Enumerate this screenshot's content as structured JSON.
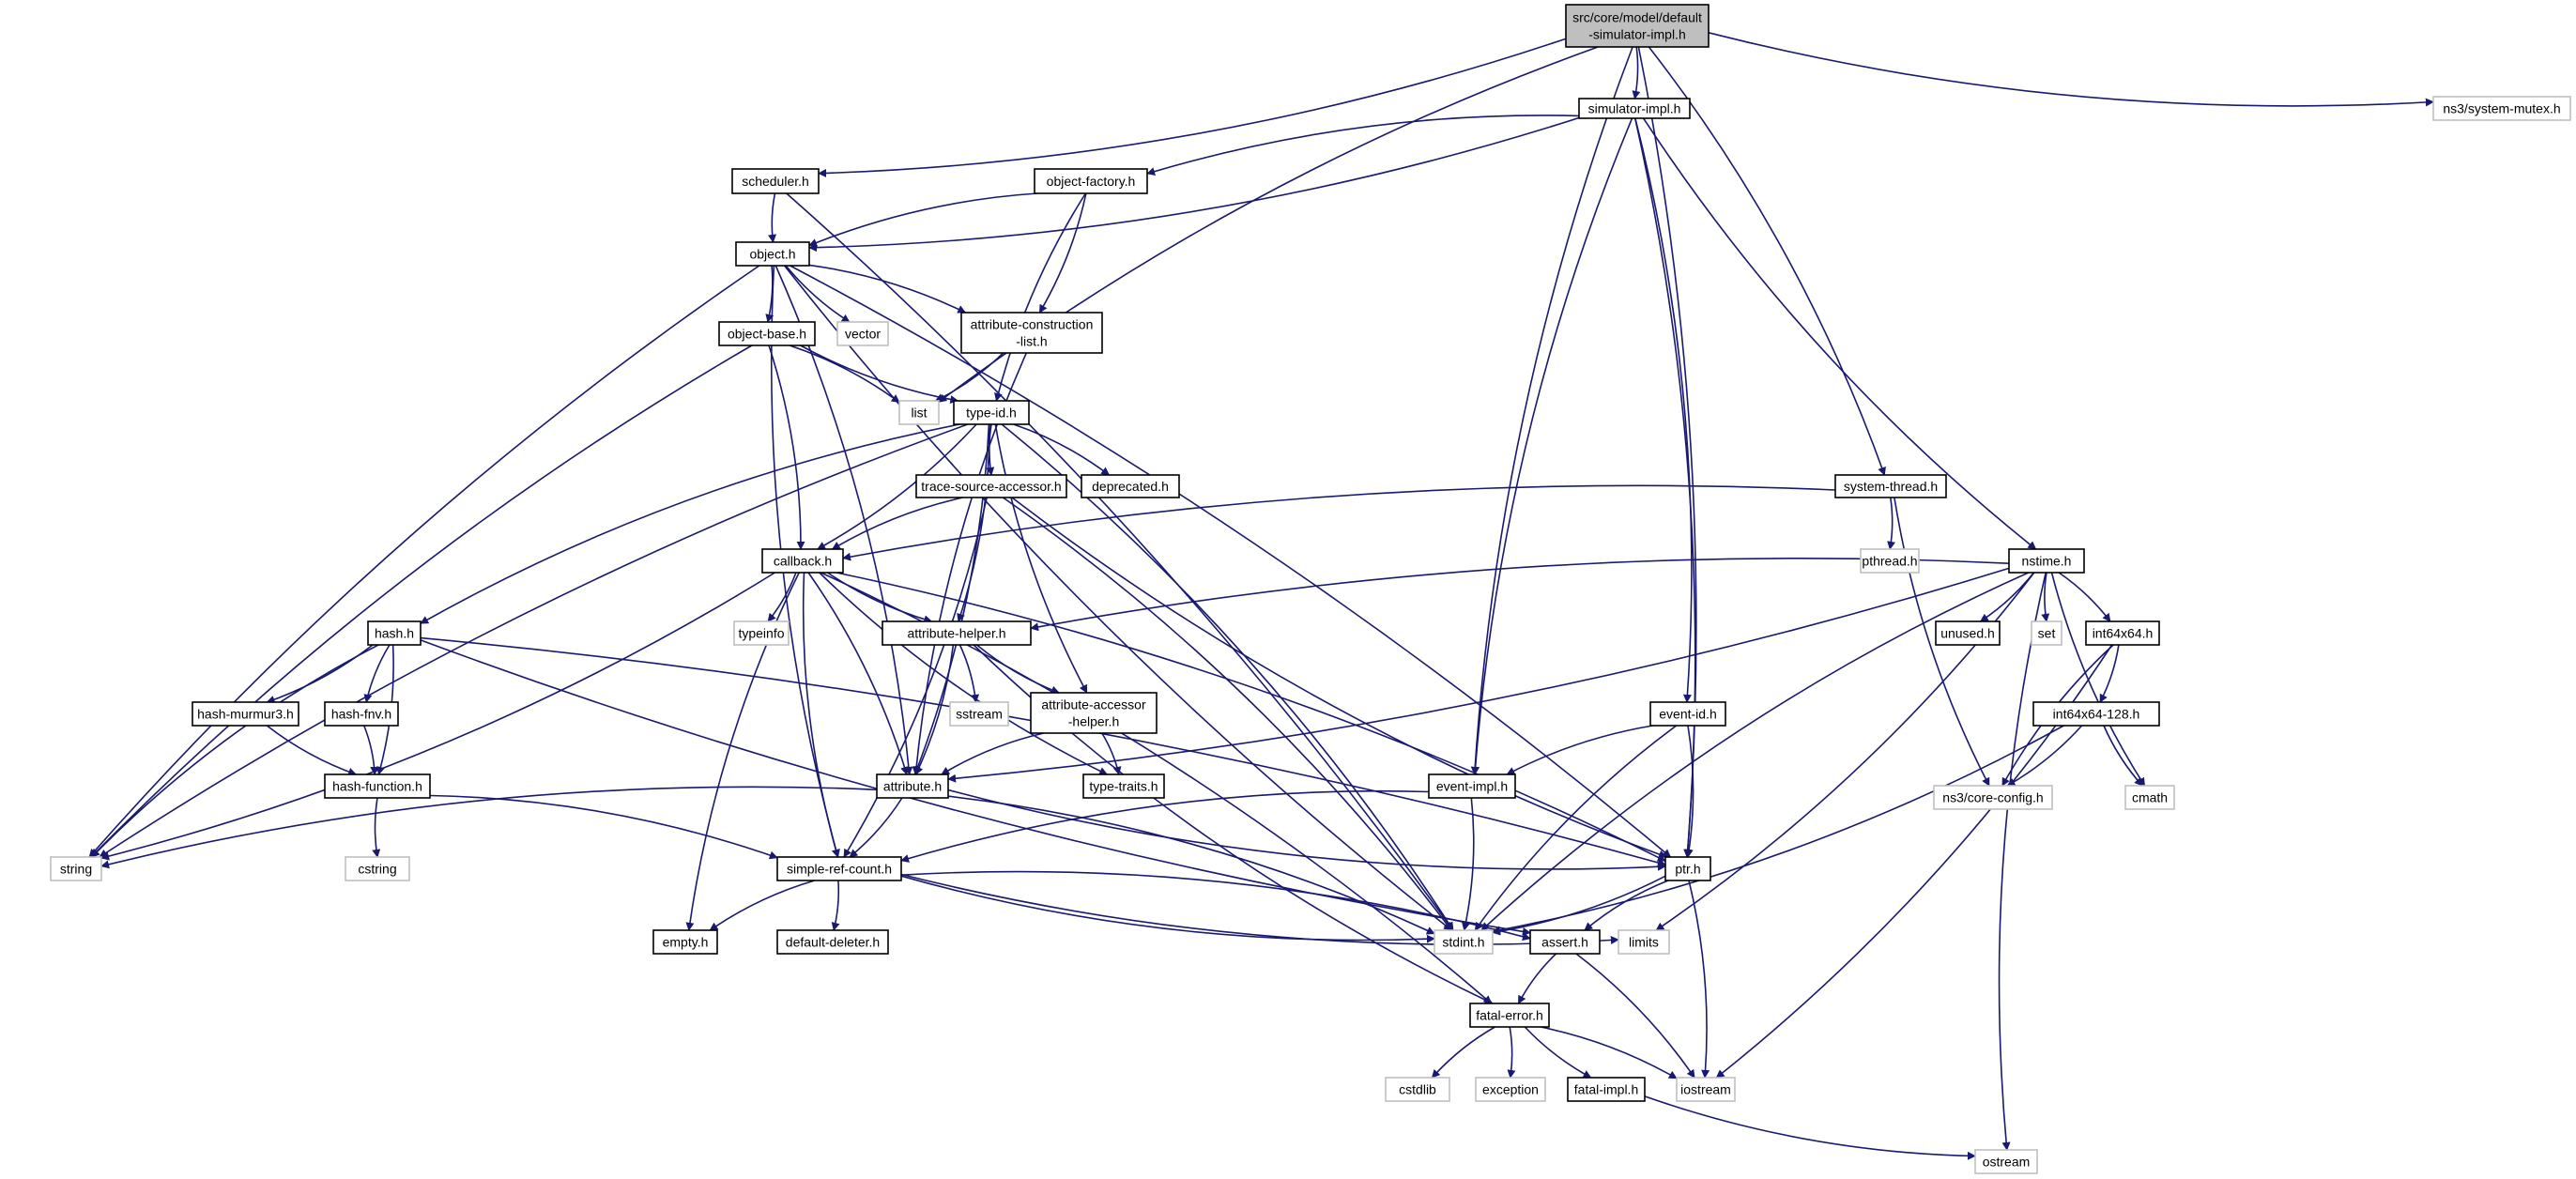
{
  "colors": {
    "edge": "#191970",
    "root_fill": "#bfbfbf",
    "node_fill": "#ffffff",
    "node_border": "#000000",
    "system_border": "#bfbfbf",
    "text": "#000000"
  },
  "graph": {
    "title": "Include dependency graph",
    "nodes": [
      {
        "id": "root",
        "lines": [
          "src/core/model/default",
          "-simulator-impl.h"
        ],
        "kind": "root"
      },
      {
        "id": "simimpl",
        "lines": [
          "simulator-impl.h"
        ],
        "kind": "project"
      },
      {
        "id": "mutex",
        "lines": [
          "ns3/system-mutex.h"
        ],
        "kind": "system"
      },
      {
        "id": "scheduler",
        "lines": [
          "scheduler.h"
        ],
        "kind": "project"
      },
      {
        "id": "objfactory",
        "lines": [
          "object-factory.h"
        ],
        "kind": "project"
      },
      {
        "id": "object",
        "lines": [
          "object.h"
        ],
        "kind": "project"
      },
      {
        "id": "objbase",
        "lines": [
          "object-base.h"
        ],
        "kind": "project"
      },
      {
        "id": "vector",
        "lines": [
          "vector"
        ],
        "kind": "system"
      },
      {
        "id": "attrcons",
        "lines": [
          "attribute-construction",
          "-list.h"
        ],
        "kind": "project"
      },
      {
        "id": "list",
        "lines": [
          "list"
        ],
        "kind": "system"
      },
      {
        "id": "typeid",
        "lines": [
          "type-id.h"
        ],
        "kind": "project"
      },
      {
        "id": "deprecated",
        "lines": [
          "deprecated.h"
        ],
        "kind": "project"
      },
      {
        "id": "tracesrc",
        "lines": [
          "trace-source-accessor.h"
        ],
        "kind": "project"
      },
      {
        "id": "systhread",
        "lines": [
          "system-thread.h"
        ],
        "kind": "project"
      },
      {
        "id": "pthread",
        "lines": [
          "pthread.h"
        ],
        "kind": "system"
      },
      {
        "id": "callback",
        "lines": [
          "callback.h"
        ],
        "kind": "project"
      },
      {
        "id": "nstime",
        "lines": [
          "nstime.h"
        ],
        "kind": "project"
      },
      {
        "id": "hash",
        "lines": [
          "hash.h"
        ],
        "kind": "project"
      },
      {
        "id": "typeinfo",
        "lines": [
          "typeinfo"
        ],
        "kind": "system"
      },
      {
        "id": "attrhelper",
        "lines": [
          "attribute-helper.h"
        ],
        "kind": "project"
      },
      {
        "id": "unused",
        "lines": [
          "unused.h"
        ],
        "kind": "project"
      },
      {
        "id": "set",
        "lines": [
          "set"
        ],
        "kind": "system"
      },
      {
        "id": "int64x64",
        "lines": [
          "int64x64.h"
        ],
        "kind": "project"
      },
      {
        "id": "murmur",
        "lines": [
          "hash-murmur3.h"
        ],
        "kind": "project"
      },
      {
        "id": "fnv",
        "lines": [
          "hash-fnv.h"
        ],
        "kind": "project"
      },
      {
        "id": "sstream",
        "lines": [
          "sstream"
        ],
        "kind": "system"
      },
      {
        "id": "attracc",
        "lines": [
          "attribute-accessor",
          "-helper.h"
        ],
        "kind": "project"
      },
      {
        "id": "eventid",
        "lines": [
          "event-id.h"
        ],
        "kind": "project"
      },
      {
        "id": "int128",
        "lines": [
          "int64x64-128.h"
        ],
        "kind": "project"
      },
      {
        "id": "hashfunc",
        "lines": [
          "hash-function.h"
        ],
        "kind": "project"
      },
      {
        "id": "attribute",
        "lines": [
          "attribute.h"
        ],
        "kind": "project"
      },
      {
        "id": "typetraits",
        "lines": [
          "type-traits.h"
        ],
        "kind": "project"
      },
      {
        "id": "eventimpl",
        "lines": [
          "event-impl.h"
        ],
        "kind": "project"
      },
      {
        "id": "coreconfig",
        "lines": [
          "ns3/core-config.h"
        ],
        "kind": "system"
      },
      {
        "id": "cmath",
        "lines": [
          "cmath"
        ],
        "kind": "system"
      },
      {
        "id": "string",
        "lines": [
          "string"
        ],
        "kind": "system"
      },
      {
        "id": "cstring",
        "lines": [
          "cstring"
        ],
        "kind": "system"
      },
      {
        "id": "simplerc",
        "lines": [
          "simple-ref-count.h"
        ],
        "kind": "project"
      },
      {
        "id": "ptr",
        "lines": [
          "ptr.h"
        ],
        "kind": "project"
      },
      {
        "id": "empty",
        "lines": [
          "empty.h"
        ],
        "kind": "project"
      },
      {
        "id": "defdel",
        "lines": [
          "default-deleter.h"
        ],
        "kind": "project"
      },
      {
        "id": "stdint",
        "lines": [
          "stdint.h"
        ],
        "kind": "system"
      },
      {
        "id": "assert",
        "lines": [
          "assert.h"
        ],
        "kind": "project"
      },
      {
        "id": "limits",
        "lines": [
          "limits"
        ],
        "kind": "system"
      },
      {
        "id": "fatalerr",
        "lines": [
          "fatal-error.h"
        ],
        "kind": "project"
      },
      {
        "id": "cstdlib",
        "lines": [
          "cstdlib"
        ],
        "kind": "system"
      },
      {
        "id": "exception",
        "lines": [
          "exception"
        ],
        "kind": "system"
      },
      {
        "id": "fatalimpl",
        "lines": [
          "fatal-impl.h"
        ],
        "kind": "project"
      },
      {
        "id": "iostream",
        "lines": [
          "iostream"
        ],
        "kind": "system"
      },
      {
        "id": "ostream",
        "lines": [
          "ostream"
        ],
        "kind": "system"
      }
    ],
    "edges": [
      [
        "root",
        "simimpl"
      ],
      [
        "root",
        "mutex"
      ],
      [
        "root",
        "scheduler"
      ],
      [
        "root",
        "list"
      ],
      [
        "root",
        "systhread"
      ],
      [
        "root",
        "eventimpl"
      ],
      [
        "root",
        "ptr"
      ],
      [
        "simimpl",
        "objfactory"
      ],
      [
        "simimpl",
        "object"
      ],
      [
        "simimpl",
        "nstime"
      ],
      [
        "simimpl",
        "eventid"
      ],
      [
        "simimpl",
        "eventimpl"
      ],
      [
        "simimpl",
        "ptr"
      ],
      [
        "scheduler",
        "object"
      ],
      [
        "scheduler",
        "stdint"
      ],
      [
        "objfactory",
        "object"
      ],
      [
        "objfactory",
        "attrcons"
      ],
      [
        "objfactory",
        "typeid"
      ],
      [
        "object",
        "objbase"
      ],
      [
        "object",
        "vector"
      ],
      [
        "object",
        "attrcons"
      ],
      [
        "object",
        "string"
      ],
      [
        "object",
        "attribute"
      ],
      [
        "object",
        "simplerc"
      ],
      [
        "object",
        "ptr"
      ],
      [
        "object",
        "stdint"
      ],
      [
        "objbase",
        "list"
      ],
      [
        "objbase",
        "typeid"
      ],
      [
        "objbase",
        "callback"
      ],
      [
        "objbase",
        "string"
      ],
      [
        "attrcons",
        "list"
      ],
      [
        "attrcons",
        "attribute"
      ],
      [
        "typeid",
        "deprecated"
      ],
      [
        "typeid",
        "tracesrc"
      ],
      [
        "typeid",
        "callback"
      ],
      [
        "typeid",
        "hash"
      ],
      [
        "typeid",
        "attrhelper"
      ],
      [
        "typeid",
        "attracc"
      ],
      [
        "typeid",
        "attribute"
      ],
      [
        "typeid",
        "string"
      ],
      [
        "typeid",
        "stdint"
      ],
      [
        "tracesrc",
        "callback"
      ],
      [
        "tracesrc",
        "simplerc"
      ],
      [
        "tracesrc",
        "ptr"
      ],
      [
        "tracesrc",
        "stdint"
      ],
      [
        "systhread",
        "callback"
      ],
      [
        "systhread",
        "pthread"
      ],
      [
        "systhread",
        "coreconfig"
      ],
      [
        "callback",
        "typeinfo"
      ],
      [
        "callback",
        "attrhelper"
      ],
      [
        "callback",
        "attribute"
      ],
      [
        "callback",
        "simplerc"
      ],
      [
        "callback",
        "ptr"
      ],
      [
        "callback",
        "typetraits"
      ],
      [
        "callback",
        "fatalerr"
      ],
      [
        "callback",
        "empty"
      ],
      [
        "callback",
        "string"
      ],
      [
        "nstime",
        "attrhelper"
      ],
      [
        "nstime",
        "unused"
      ],
      [
        "nstime",
        "set"
      ],
      [
        "nstime",
        "int64x64"
      ],
      [
        "nstime",
        "cmath"
      ],
      [
        "nstime",
        "attribute"
      ],
      [
        "nstime",
        "stdint"
      ],
      [
        "nstime",
        "limits"
      ],
      [
        "nstime",
        "ostream"
      ],
      [
        "hash",
        "murmur"
      ],
      [
        "hash",
        "fnv"
      ],
      [
        "hash",
        "hashfunc"
      ],
      [
        "hash",
        "string"
      ],
      [
        "hash",
        "ptr"
      ],
      [
        "hash",
        "assert"
      ],
      [
        "attrhelper",
        "sstream"
      ],
      [
        "attrhelper",
        "attracc"
      ],
      [
        "attrhelper",
        "attribute"
      ],
      [
        "attrhelper",
        "fatalerr"
      ],
      [
        "int64x64",
        "int128"
      ],
      [
        "int64x64",
        "coreconfig"
      ],
      [
        "int64x64",
        "iostream"
      ],
      [
        "murmur",
        "hashfunc"
      ],
      [
        "fnv",
        "hashfunc"
      ],
      [
        "attracc",
        "attribute"
      ],
      [
        "attracc",
        "typetraits"
      ],
      [
        "eventid",
        "eventimpl"
      ],
      [
        "eventid",
        "ptr"
      ],
      [
        "eventid",
        "stdint"
      ],
      [
        "int128",
        "coreconfig"
      ],
      [
        "int128",
        "cmath"
      ],
      [
        "int128",
        "stdint"
      ],
      [
        "hashfunc",
        "cstring"
      ],
      [
        "hashfunc",
        "simplerc"
      ],
      [
        "attribute",
        "string"
      ],
      [
        "attribute",
        "simplerc"
      ],
      [
        "attribute",
        "ptr"
      ],
      [
        "attribute",
        "stdint"
      ],
      [
        "eventimpl",
        "simplerc"
      ],
      [
        "eventimpl",
        "stdint"
      ],
      [
        "simplerc",
        "empty"
      ],
      [
        "simplerc",
        "defdel"
      ],
      [
        "simplerc",
        "stdint"
      ],
      [
        "simplerc",
        "assert"
      ],
      [
        "simplerc",
        "limits"
      ],
      [
        "ptr",
        "stdint"
      ],
      [
        "ptr",
        "assert"
      ],
      [
        "ptr",
        "iostream"
      ],
      [
        "assert",
        "fatalerr"
      ],
      [
        "assert",
        "iostream"
      ],
      [
        "fatalerr",
        "cstdlib"
      ],
      [
        "fatalerr",
        "exception"
      ],
      [
        "fatalerr",
        "fatalimpl"
      ],
      [
        "fatalerr",
        "iostream"
      ],
      [
        "fatalimpl",
        "ostream"
      ]
    ]
  }
}
